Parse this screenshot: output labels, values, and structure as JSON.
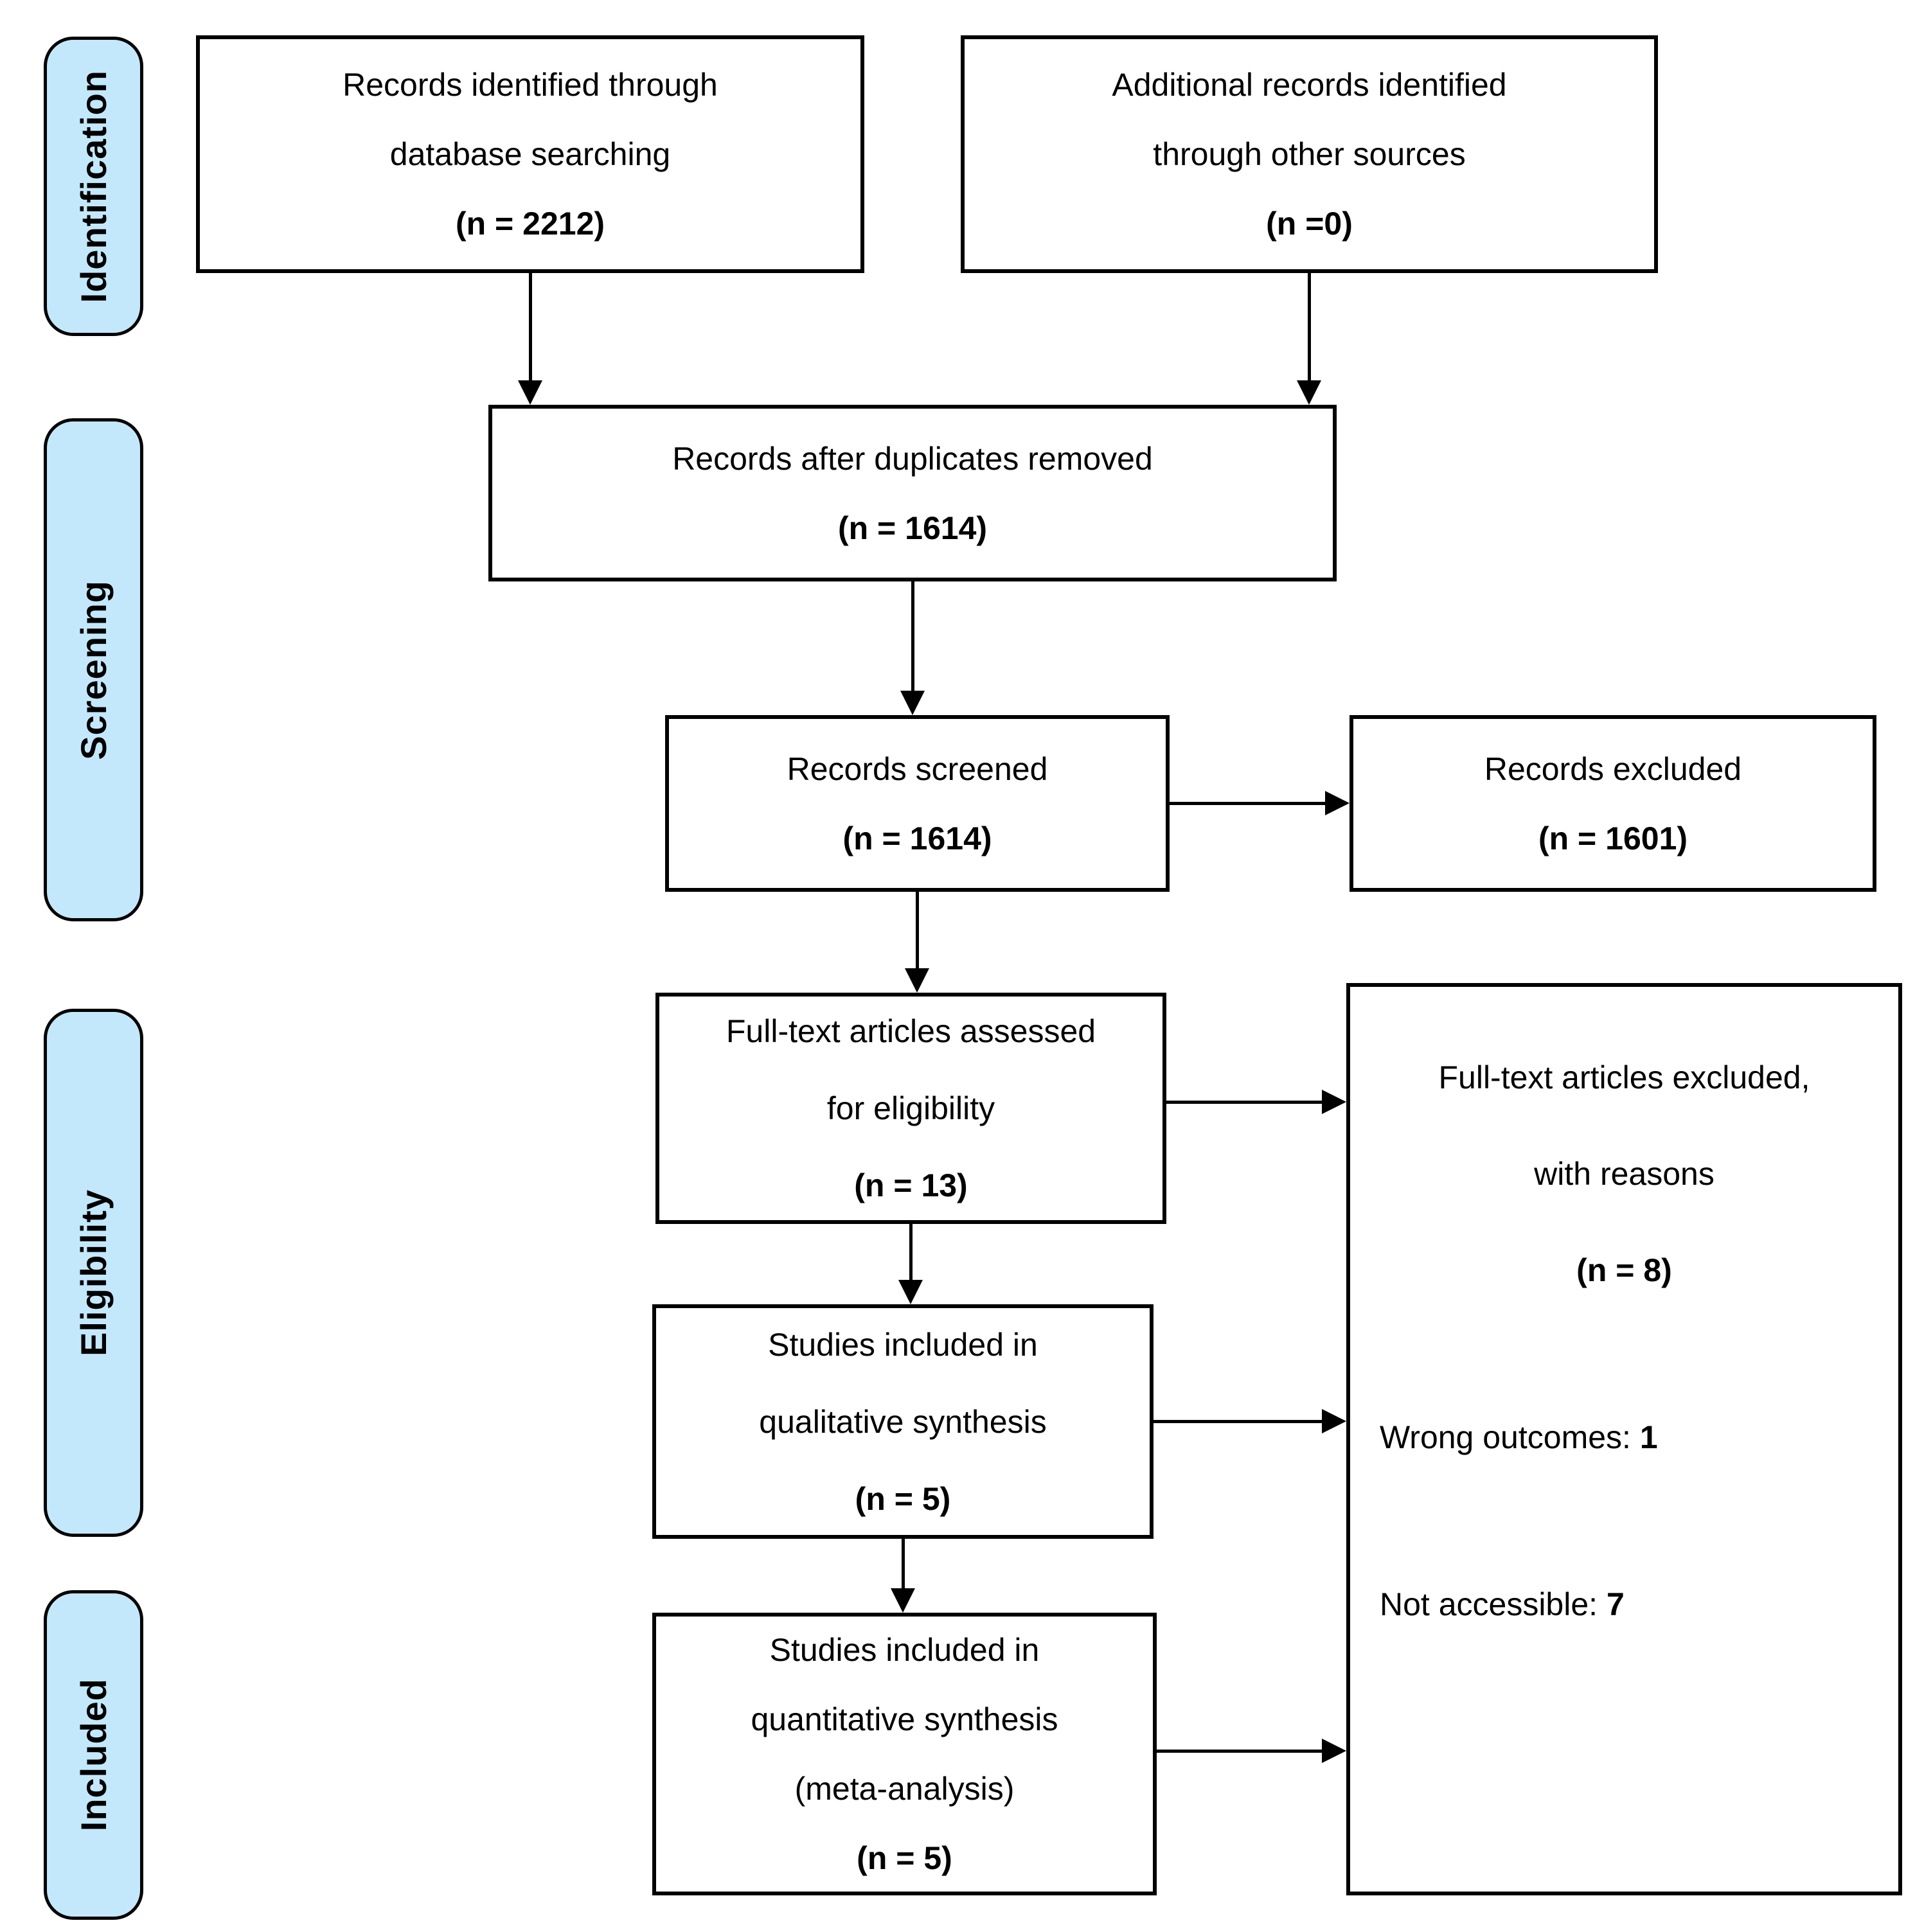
{
  "stages": [
    {
      "label": "Identification"
    },
    {
      "label": "Screening"
    },
    {
      "label": "Eligibility"
    },
    {
      "label": "Included"
    }
  ],
  "boxes": {
    "identified": {
      "lines": [
        "Records identified through",
        "database searching"
      ],
      "count": "(n = 2212)"
    },
    "additional": {
      "lines": [
        "Additional records identified",
        "through other sources"
      ],
      "count": "(n =0)"
    },
    "duplicates": {
      "lines": [
        "Records after duplicates removed"
      ],
      "count": "(n = 1614)"
    },
    "screened": {
      "lines": [
        "Records screened"
      ],
      "count": "(n = 1614)"
    },
    "records_excluded": {
      "lines": [
        "Records excluded"
      ],
      "count": "(n = 1601)"
    },
    "fulltext_assessed": {
      "lines": [
        "Full-text articles assessed",
        "for eligibility"
      ],
      "count": "(n = 13)"
    },
    "fulltext_excluded": {
      "lines": [
        "Full-text articles excluded,",
        "with reasons"
      ],
      "count": "(n = 8)",
      "reasons": [
        {
          "label": "Wrong outcomes:",
          "value": "1"
        },
        {
          "label": "Not accessible:",
          "value": "7"
        }
      ]
    },
    "qualitative": {
      "lines": [
        "Studies included in",
        "qualitative synthesis"
      ],
      "count": "(n = 5)"
    },
    "quantitative": {
      "lines": [
        "Studies included in",
        "quantitative synthesis",
        "(meta-analysis)"
      ],
      "count": "(n = 5)"
    }
  },
  "colors": {
    "stage_fill": "#c4e8fb",
    "box_fill": "#ffffff",
    "line_color": "#000000"
  }
}
